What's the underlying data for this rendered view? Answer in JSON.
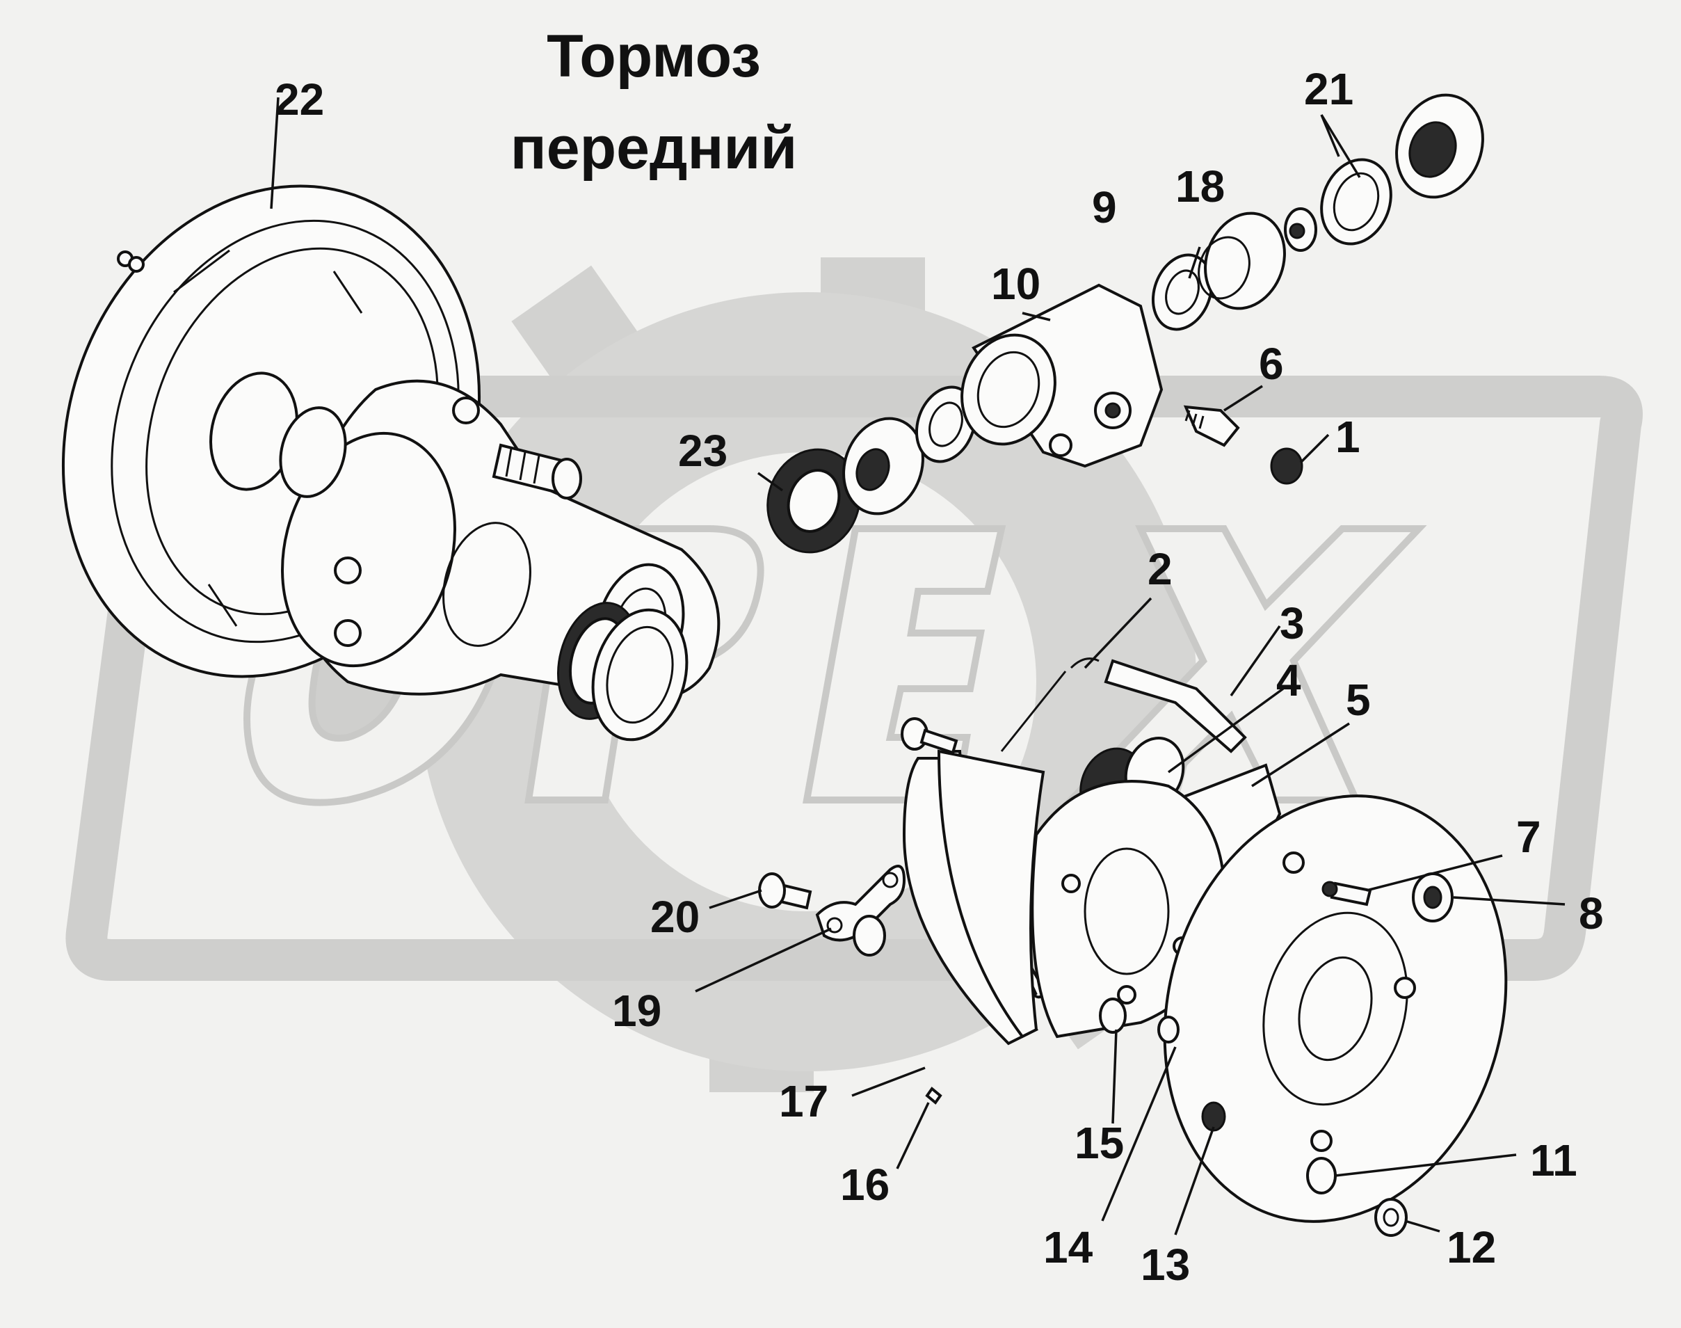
{
  "title": {
    "line1": "Тормоз",
    "line2": "передний"
  },
  "watermark": "ОРЕХ",
  "callouts": [
    "1",
    "2",
    "3",
    "4",
    "5",
    "6",
    "7",
    "8",
    "9",
    "10",
    "11",
    "12",
    "13",
    "14",
    "15",
    "16",
    "17",
    "18",
    "19",
    "20",
    "21",
    "22",
    "23"
  ],
  "colors": {
    "background": "#f2f2f0",
    "watermark": "#cfcfcd",
    "ink": "#111111"
  }
}
